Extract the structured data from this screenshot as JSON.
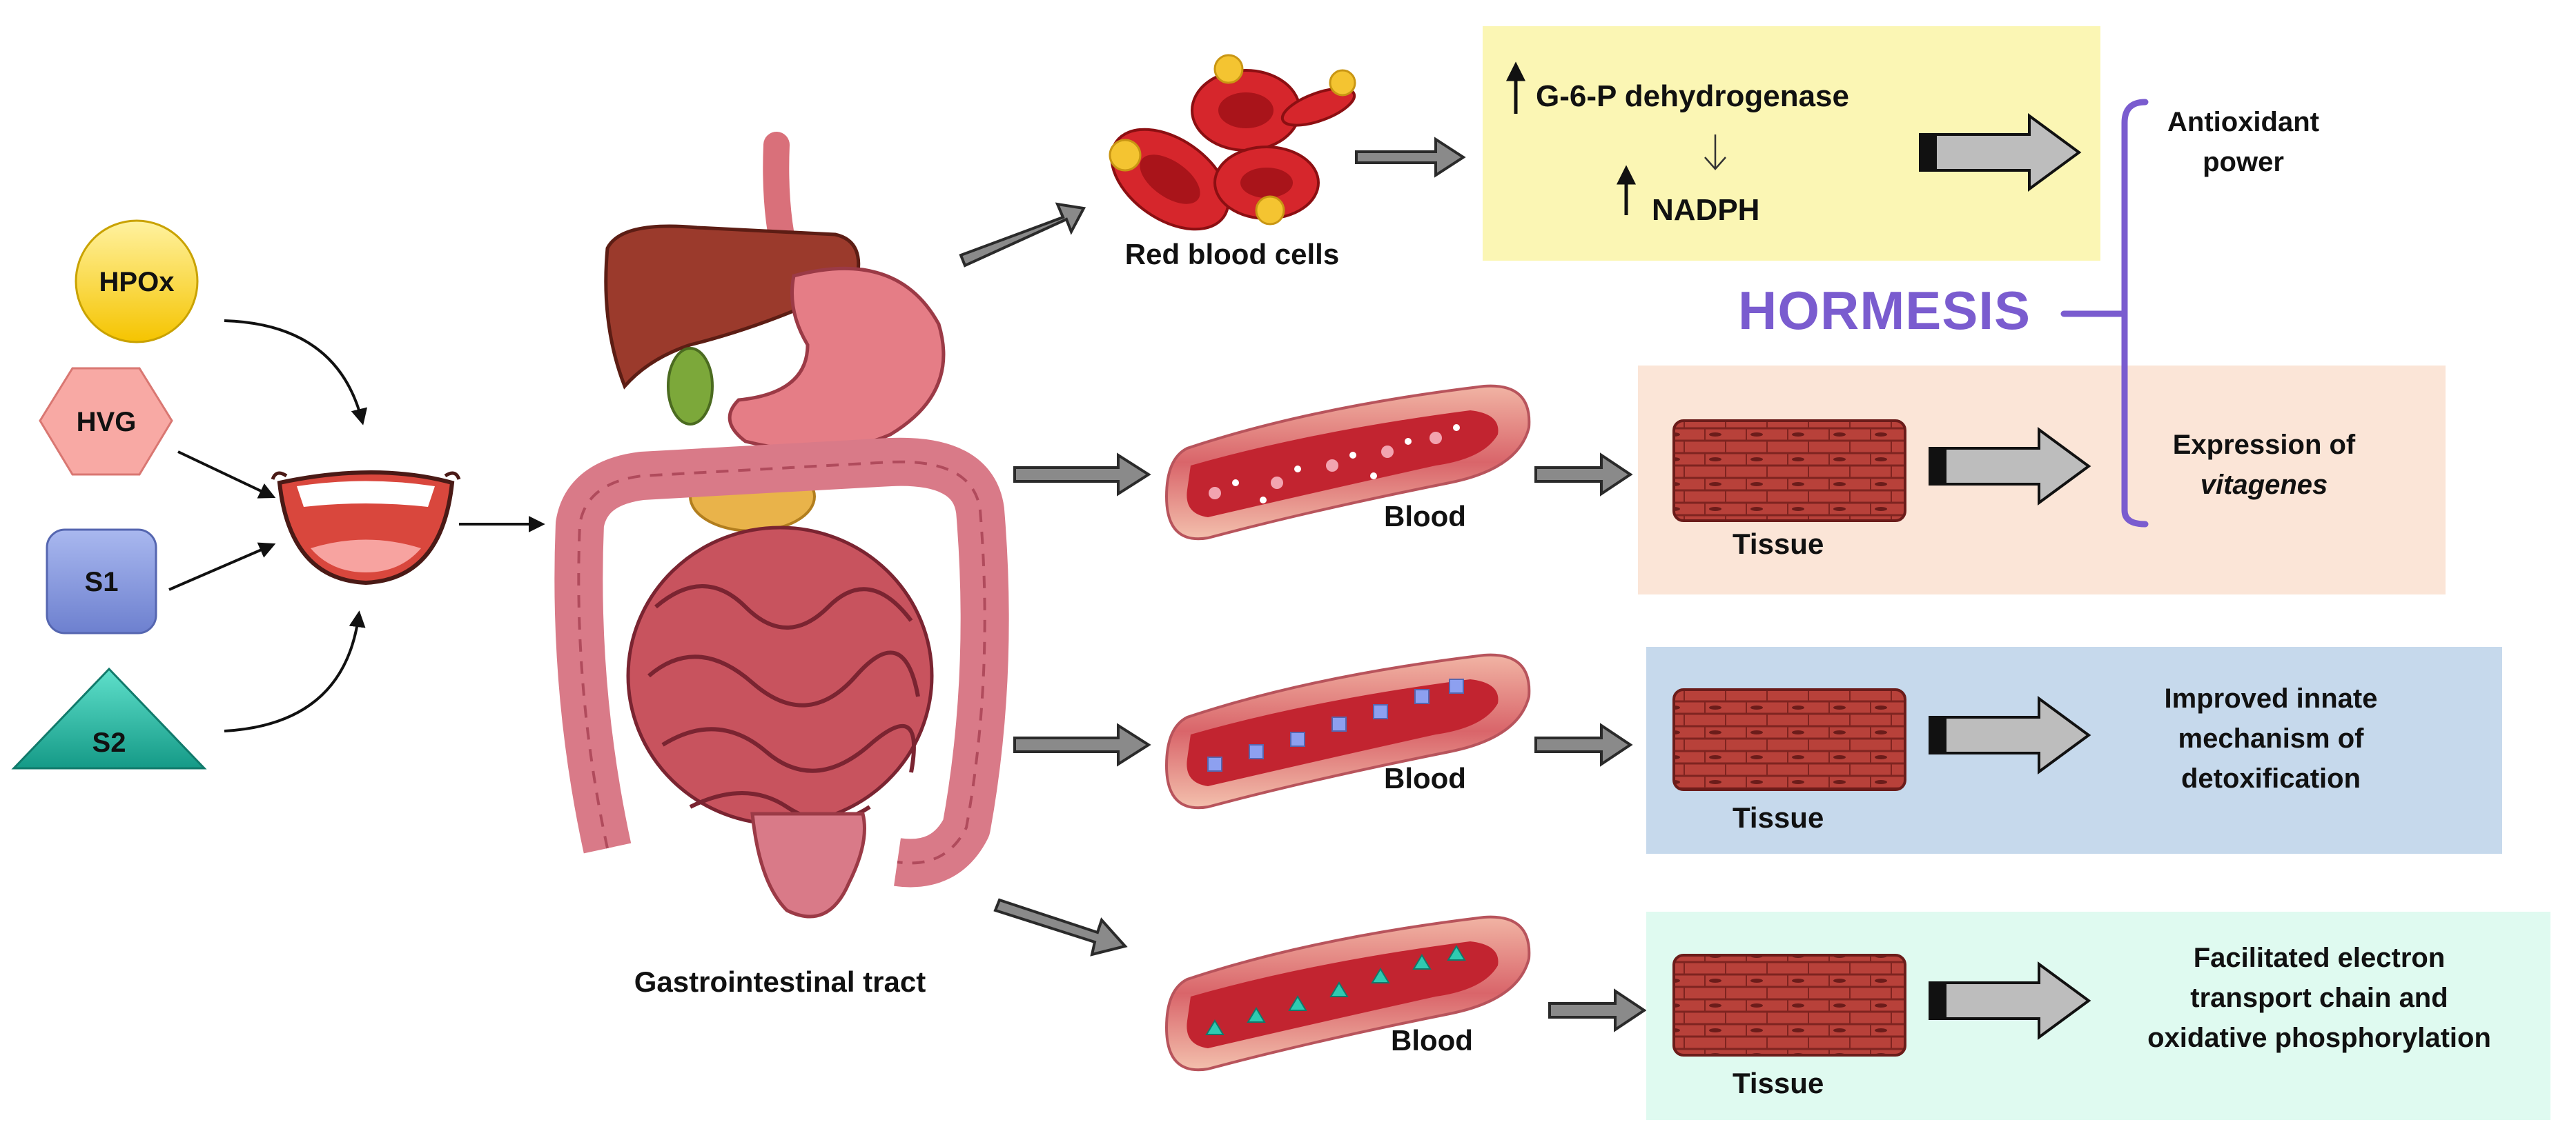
{
  "inputs": {
    "hpox": "HPOx",
    "hvg": "HVG",
    "s1": "S1",
    "s2": "S2"
  },
  "labels": {
    "gi_tract": "Gastrointestinal tract",
    "red_blood_cells": "Red blood cells",
    "blood": "Blood",
    "tissue": "Tissue",
    "hormesis": "HORMESIS"
  },
  "enzyme_box": {
    "line1": "G-6-P dehydrogenase",
    "line2": "NADPH"
  },
  "outcomes": {
    "antioxidant_1": "Antioxidant",
    "antioxidant_2": "power",
    "vitagenes_1": "Expression of",
    "vitagenes_2": "vitagenes",
    "detox_1": "Improved innate",
    "detox_2": "mechanism of",
    "detox_3": "detoxification",
    "etc_1": "Facilitated electron",
    "etc_2": "transport chain and",
    "etc_3": "oxidative phosphorylation"
  },
  "colors": {
    "enzyme_box": "#fbf6b4",
    "vitagenes_box": "#fbe5d7",
    "detox_box": "#c6d9ec",
    "etc_box": "#dffaf0",
    "hormesis": "#7a5ccf",
    "hpox": "#fbd400",
    "hvg": "#f8a9a4",
    "s1": "#8c9fe0",
    "s2": "#28b8a4"
  }
}
